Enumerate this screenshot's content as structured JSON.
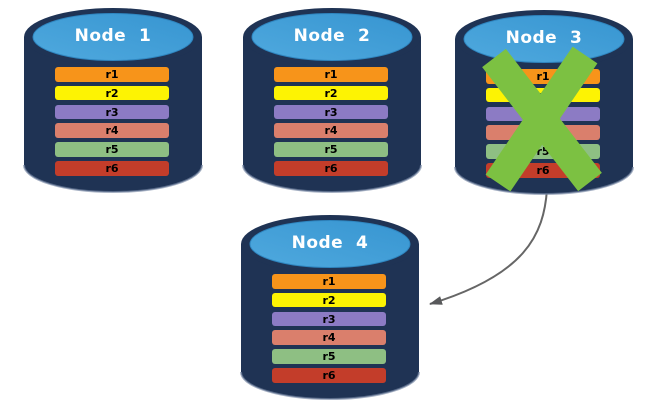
{
  "diagram": {
    "title_semantics": "Replicated database nodes with failed node failover",
    "colors": {
      "background": "#FFFFFF",
      "cylinder_body": "#1F3354",
      "cylinder_body_bottom_rim": "#7485A3",
      "cylinder_top": "#3795D1",
      "cylinder_top_light": "#4FA9DE",
      "cylinder_top_edge": "#2F86C0",
      "title_text": "#FFFFFF",
      "bar_text": "#000000",
      "fail_x": "#7CC142",
      "arrow": "#666666",
      "arrow_head": "#58595B"
    },
    "replicas": [
      {
        "label": "r1",
        "color": "#F7941A"
      },
      {
        "label": "r2",
        "color": "#FDF303"
      },
      {
        "label": "r3",
        "color": "#8C7BC4"
      },
      {
        "label": "r4",
        "color": "#DA7F6C"
      },
      {
        "label": "r5",
        "color": "#8EBF83"
      },
      {
        "label": "r6",
        "color": "#C33D2A"
      }
    ],
    "nodes": [
      {
        "id": "node-1",
        "title": "Node  1",
        "failed": false
      },
      {
        "id": "node-2",
        "title": "Node  2",
        "failed": false
      },
      {
        "id": "node-3",
        "title": "Node  3",
        "failed": true
      },
      {
        "id": "node-4",
        "title": "Node  4",
        "failed": false
      }
    ],
    "arrow": {
      "from": "Node 3",
      "to": "Node 4"
    }
  }
}
